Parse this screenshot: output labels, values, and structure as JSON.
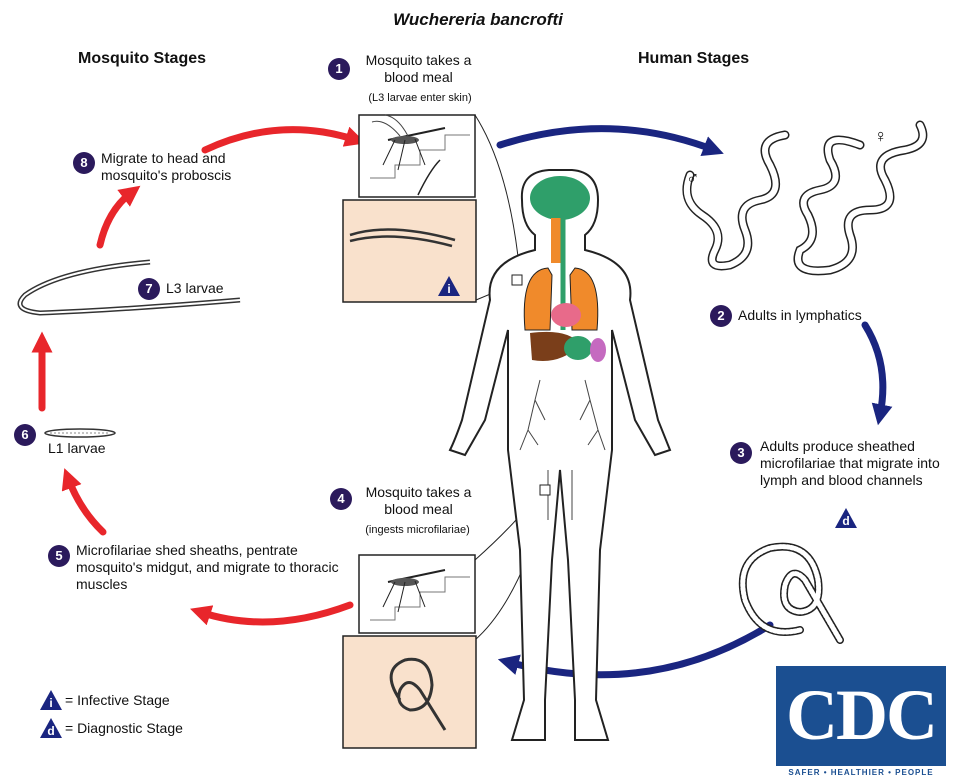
{
  "title": "Wuchereria bancrofti",
  "sections": {
    "mosquito": "Mosquito Stages",
    "human": "Human Stages"
  },
  "steps": [
    {
      "num": "1",
      "text": "Mosquito takes a blood meal",
      "sub": "(L3 larvae enter skin)"
    },
    {
      "num": "2",
      "text": "Adults in lymphatics"
    },
    {
      "num": "3",
      "text": "Adults produce sheathed microfilariae that migrate into lymph and blood channels"
    },
    {
      "num": "4",
      "text": "Mosquito takes a blood meal",
      "sub": "(ingests microfilariae)"
    },
    {
      "num": "5",
      "text": "Microfilariae shed sheaths, pentrate mosquito's midgut, and migrate to thoracic muscles"
    },
    {
      "num": "6",
      "text": "L1 larvae"
    },
    {
      "num": "7",
      "text": "L3 larvae"
    },
    {
      "num": "8",
      "text": "Migrate to head and mosquito's proboscis"
    }
  ],
  "symbols": {
    "male": "♂",
    "female": "♀",
    "infective_letter": "i",
    "diagnostic_letter": "d"
  },
  "legend": {
    "infective": "= Infective Stage",
    "diagnostic": "= Diagnostic Stage"
  },
  "logo": {
    "letters": "CDC",
    "tagline": "SAFER • HEALTHIER • PEOPLE"
  },
  "colors": {
    "mosquito_cycle_arrow": "#e8262b",
    "human_cycle_arrow": "#1a2580",
    "step_marker": "#2b1a5c",
    "inset_background": "#f9e1cc",
    "cdc_blue": "#1b4f91"
  }
}
